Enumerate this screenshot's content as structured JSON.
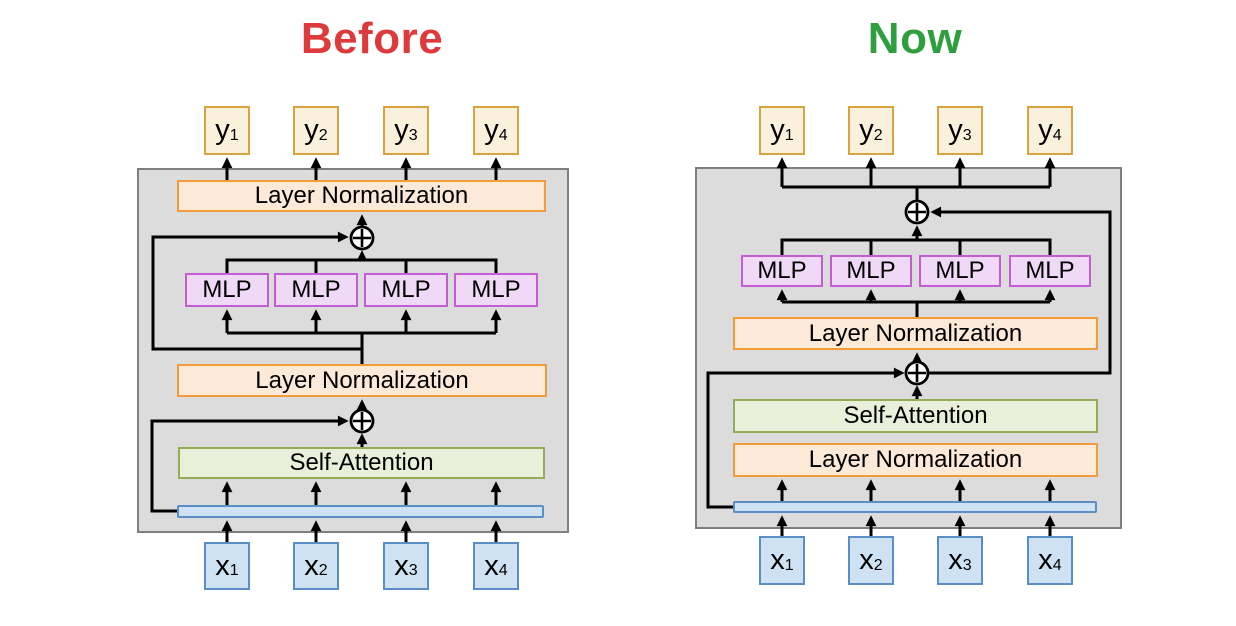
{
  "colors": {
    "title-before": "#dd3b3b",
    "title-now": "#2f9e3e",
    "panel-fill": "#dcdcdc",
    "panel-border": "#7f7f7f",
    "output-fill": "#faf1dd",
    "output-border": "#d9a43f",
    "input-fill": "#cfe2f3",
    "input-border": "#5b8ec4",
    "layernorm-fill": "#fce9d8",
    "layernorm-border": "#f09c38",
    "mlp-fill": "#efd9f7",
    "mlp-border": "#c25dd4",
    "attention-fill": "#e9f0da",
    "attention-border": "#93ac58",
    "line": "#000000"
  },
  "icons": {
    "residual-add": "⊕"
  },
  "before": {
    "title": "Before",
    "outputs": [
      {
        "base": "y",
        "sub": "1"
      },
      {
        "base": "y",
        "sub": "2"
      },
      {
        "base": "y",
        "sub": "3"
      },
      {
        "base": "y",
        "sub": "4"
      }
    ],
    "layer_norm_output": "Layer Normalization",
    "mlps": [
      "MLP",
      "MLP",
      "MLP",
      "MLP"
    ],
    "layer_norm_hidden": "Layer Normalization",
    "self_attention": "Self-Attention",
    "inputs": [
      {
        "base": "x",
        "sub": "1"
      },
      {
        "base": "x",
        "sub": "2"
      },
      {
        "base": "x",
        "sub": "3"
      },
      {
        "base": "x",
        "sub": "4"
      }
    ]
  },
  "now": {
    "title": "Now",
    "outputs": [
      {
        "base": "y",
        "sub": "1"
      },
      {
        "base": "y",
        "sub": "2"
      },
      {
        "base": "y",
        "sub": "3"
      },
      {
        "base": "y",
        "sub": "4"
      }
    ],
    "mlps": [
      "MLP",
      "MLP",
      "MLP",
      "MLP"
    ],
    "layer_norm_mlp": "Layer Normalization",
    "self_attention": "Self-Attention",
    "layer_norm_input": "Layer Normalization",
    "inputs": [
      {
        "base": "x",
        "sub": "1"
      },
      {
        "base": "x",
        "sub": "2"
      },
      {
        "base": "x",
        "sub": "3"
      },
      {
        "base": "x",
        "sub": "4"
      }
    ]
  }
}
